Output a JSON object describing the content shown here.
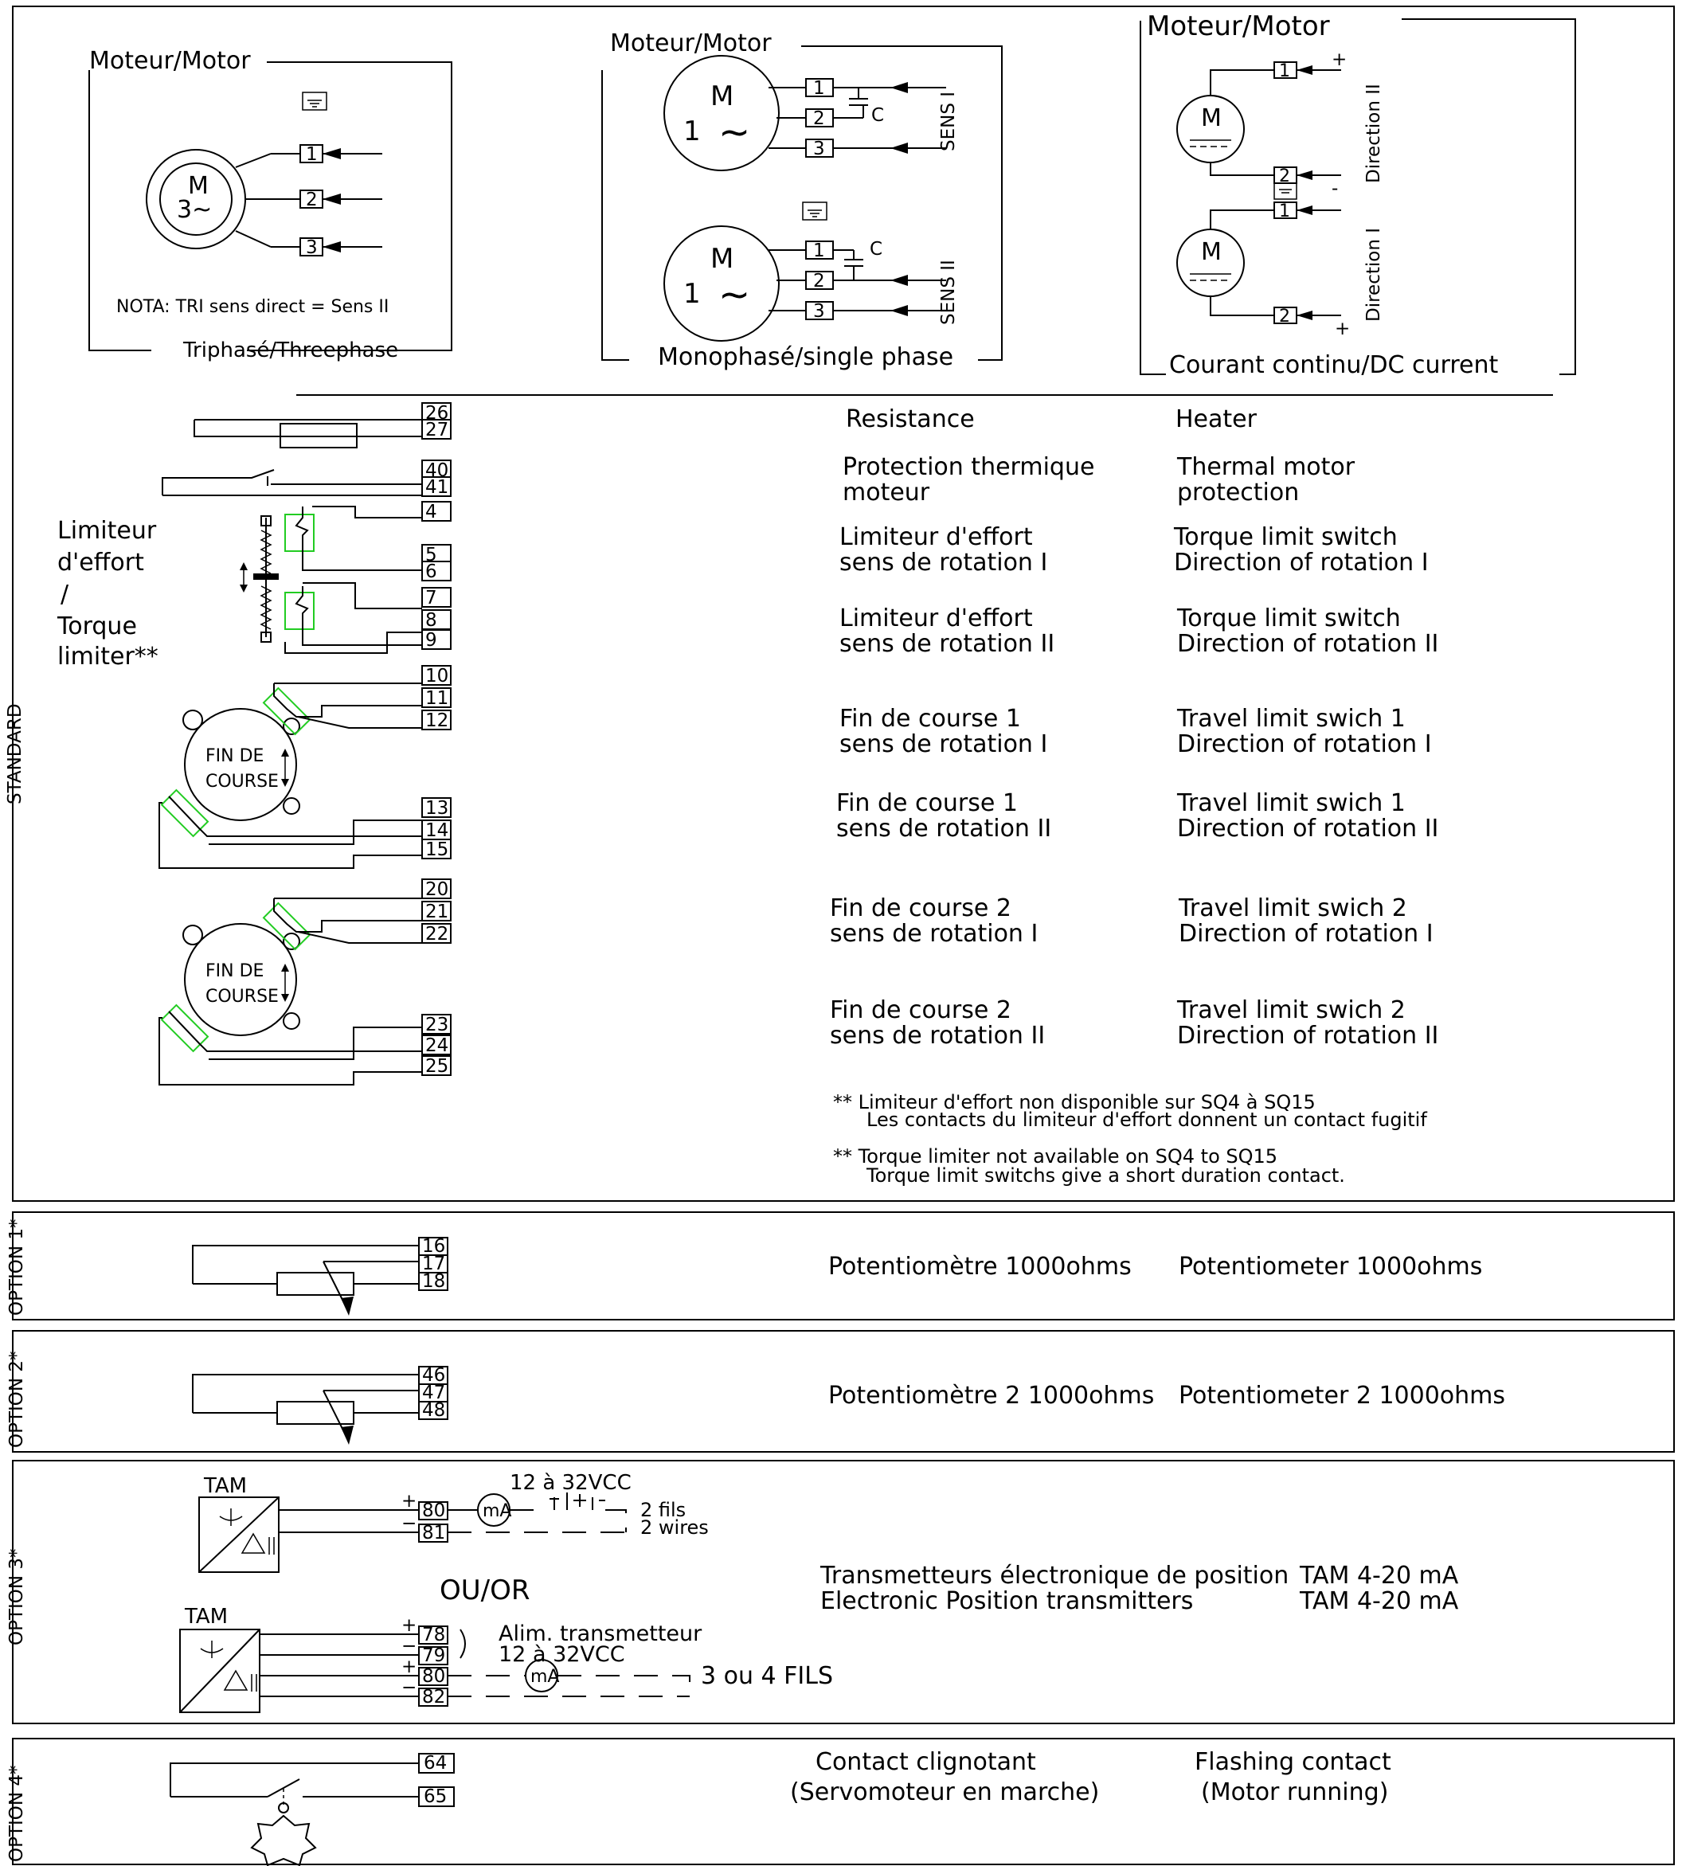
{
  "motors": {
    "threephase": {
      "frame_title": "Moteur/Motor",
      "symbol_letter": "M",
      "symbol_sub": "3~",
      "terminals": [
        "1",
        "2",
        "3"
      ],
      "note": "NOTA: TRI sens direct = Sens II",
      "caption": "Triphasé/Threephase"
    },
    "singlephase": {
      "frame_title": "Moteur/Motor",
      "symbol_letter": "M",
      "symbol_one": "1",
      "symbol_wave": "~",
      "capacitor": "C",
      "terminals": [
        "1",
        "2",
        "3"
      ],
      "dir1": "SENS I",
      "dir2": "SENS II",
      "caption": "Monophasé/single phase"
    },
    "dc": {
      "frame_title": "Moteur/Motor",
      "symbol_letter": "M",
      "terminals_top": [
        "1",
        "2"
      ],
      "terminals_bottom": [
        "1",
        "2"
      ],
      "plus": "+",
      "minus": "-",
      "dir2": "Direction II",
      "dir1": "Direction I",
      "caption": "Courant continu/DC current"
    }
  },
  "standard": {
    "section_label": "STANDARD",
    "terminals": [
      "26",
      "27",
      "40",
      "41",
      "4",
      "5",
      "6",
      "7",
      "8",
      "9",
      "10",
      "11",
      "12",
      "13",
      "14",
      "15",
      "20",
      "21",
      "22",
      "23",
      "24",
      "25"
    ],
    "torque_limiter_label": [
      "Limiteur",
      "d'effort",
      "/",
      "Torque",
      "limiter**"
    ],
    "fin_de_course": [
      "FIN DE",
      "COURSE"
    ],
    "rows": [
      {
        "fr": [
          "Resistance"
        ],
        "en": [
          "Heater"
        ]
      },
      {
        "fr": [
          "Protection thermique",
          "moteur"
        ],
        "en": [
          "Thermal motor",
          "protection"
        ]
      },
      {
        "fr": [
          "Limiteur   d'effort",
          "sens de rotation I"
        ],
        "en": [
          "Torque limit switch",
          "Direction of rotation I"
        ]
      },
      {
        "fr": [
          "Limiteur   d'effort",
          "sens de rotation II"
        ],
        "en": [
          "Torque limit switch",
          "Direction of rotation II"
        ]
      },
      {
        "fr": [
          "Fin de course 1",
          "sens de rotation I"
        ],
        "en": [
          "Travel limit swich 1",
          "Direction of rotation I"
        ]
      },
      {
        "fr": [
          "Fin de course 1",
          "sens de rotation II"
        ],
        "en": [
          "Travel limit swich 1",
          "Direction of rotation II"
        ]
      },
      {
        "fr": [
          "Fin de course 2",
          "sens de rotation I"
        ],
        "en": [
          "Travel limit swich 2",
          "Direction of rotation I"
        ]
      },
      {
        "fr": [
          "Fin de course 2",
          "sens de rotation II"
        ],
        "en": [
          "Travel limit swich 2",
          "Direction of rotation II"
        ]
      }
    ],
    "notes": [
      "** Limiteur d'effort non disponible sur SQ4 à SQ15",
      "Les contacts du limiteur d'effort  donnent un contact fugitif",
      "** Torque limiter not available on SQ4 to SQ15",
      "Torque limit switchs  give a short duration contact."
    ]
  },
  "option1": {
    "label": "OPTION 1*",
    "terminals": [
      "16",
      "17",
      "18"
    ],
    "fr": "Potentiomètre 1000ohms",
    "en": "Potentiometer 1000ohms"
  },
  "option2": {
    "label": "OPTION 2*",
    "terminals": [
      "46",
      "47",
      "48"
    ],
    "fr": "Potentiomètre 2 1000ohms",
    "en": "Potentiometer 2 1000ohms"
  },
  "option3": {
    "label": "OPTION 3*",
    "tam": "TAM",
    "top_terminals": [
      "80",
      "81"
    ],
    "supply": "12 à 32VCC",
    "ma": "mA",
    "fils2": "2 fils",
    "wires2": "2 wires",
    "or": "OU/OR",
    "bottom_terminals": [
      "78",
      "79",
      "80",
      "82"
    ],
    "alim": "Alim. transmetteur",
    "supply2": "12 à 32VCC",
    "fils34": "3 ou 4 FILS",
    "fr": "Transmetteurs électronique de position",
    "en": "Electronic Position transmitters",
    "spec": "TAM 4-20 mA"
  },
  "option4": {
    "label": "OPTION 4*",
    "terminals": [
      "64",
      "65"
    ],
    "fr": [
      "Contact clignotant",
      "(Servomoteur en marche)"
    ],
    "en": [
      "Flashing contact",
      "(Motor running)"
    ]
  }
}
